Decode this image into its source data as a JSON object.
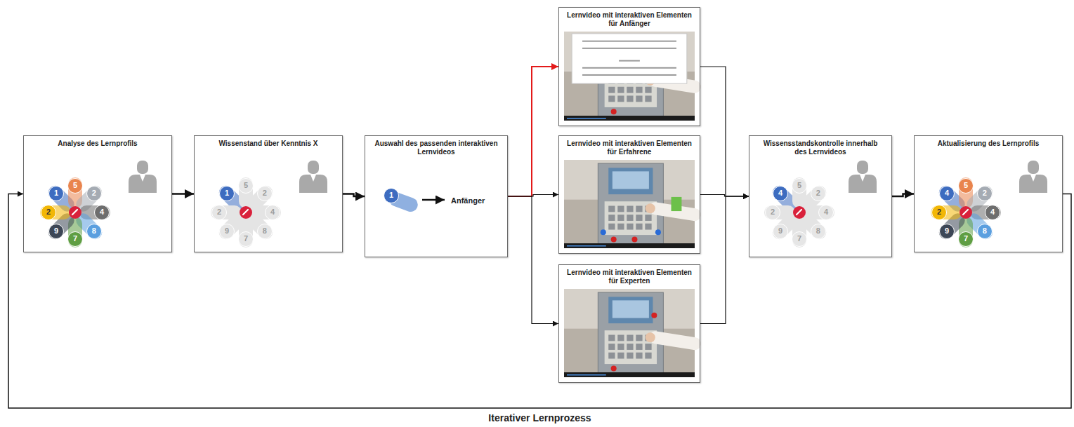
{
  "diagram": {
    "nodes": [
      {
        "text": [
          "Analyse des Lernprofils"
        ]
      },
      {
        "text": [
          "Wissenstand über Kenntnis X"
        ]
      },
      {
        "text": [
          "Auswahl des passenden interaktiven Lernvideos",
          "Anfänger"
        ]
      },
      {
        "text": [
          "Lernvideo mit interaktiven Elementen für Anfänger"
        ]
      },
      {
        "text": [
          "Lernvideo mit interaktiven Elementen für Erfahrene"
        ]
      },
      {
        "text": [
          "Lernvideo mit interaktiven Elementen für Experten"
        ]
      },
      {
        "text": [
          "Wissensstandskontrolle innerhalb des Lernvideos"
        ]
      },
      {
        "text": [
          "Aktualisierung des Lernprofils"
        ]
      }
    ],
    "edges": [
      {
        "from": 0,
        "to": 1,
        "arrow": "to"
      },
      {
        "from": 1,
        "to": 2,
        "arrow": "to"
      },
      {
        "from": 2,
        "to": 3,
        "arrow": "to"
      },
      {
        "from": 2,
        "to": 4,
        "arrow": "to"
      },
      {
        "from": 2,
        "to": 5,
        "arrow": "to"
      },
      {
        "from": 3,
        "to": 6,
        "arrow": "to"
      },
      {
        "from": 4,
        "to": 6,
        "arrow": "to"
      },
      {
        "from": 5,
        "to": 6,
        "arrow": "to"
      },
      {
        "from": 6,
        "to": 7,
        "arrow": "to"
      },
      {
        "from": 7,
        "to": 0,
        "arrow": "to",
        "label": "Iterativer Lernprozess"
      }
    ],
    "labels": [
      "1",
      "5",
      "2",
      "4",
      "8",
      "7",
      "9",
      "2",
      "1",
      "5",
      "2",
      "4",
      "8",
      "7",
      "9",
      "2",
      "1",
      "4",
      "5",
      "2",
      "4",
      "8",
      "7",
      "9",
      "2",
      "4",
      "5",
      "2",
      "4",
      "8",
      "7",
      "9",
      "2"
    ]
  }
}
